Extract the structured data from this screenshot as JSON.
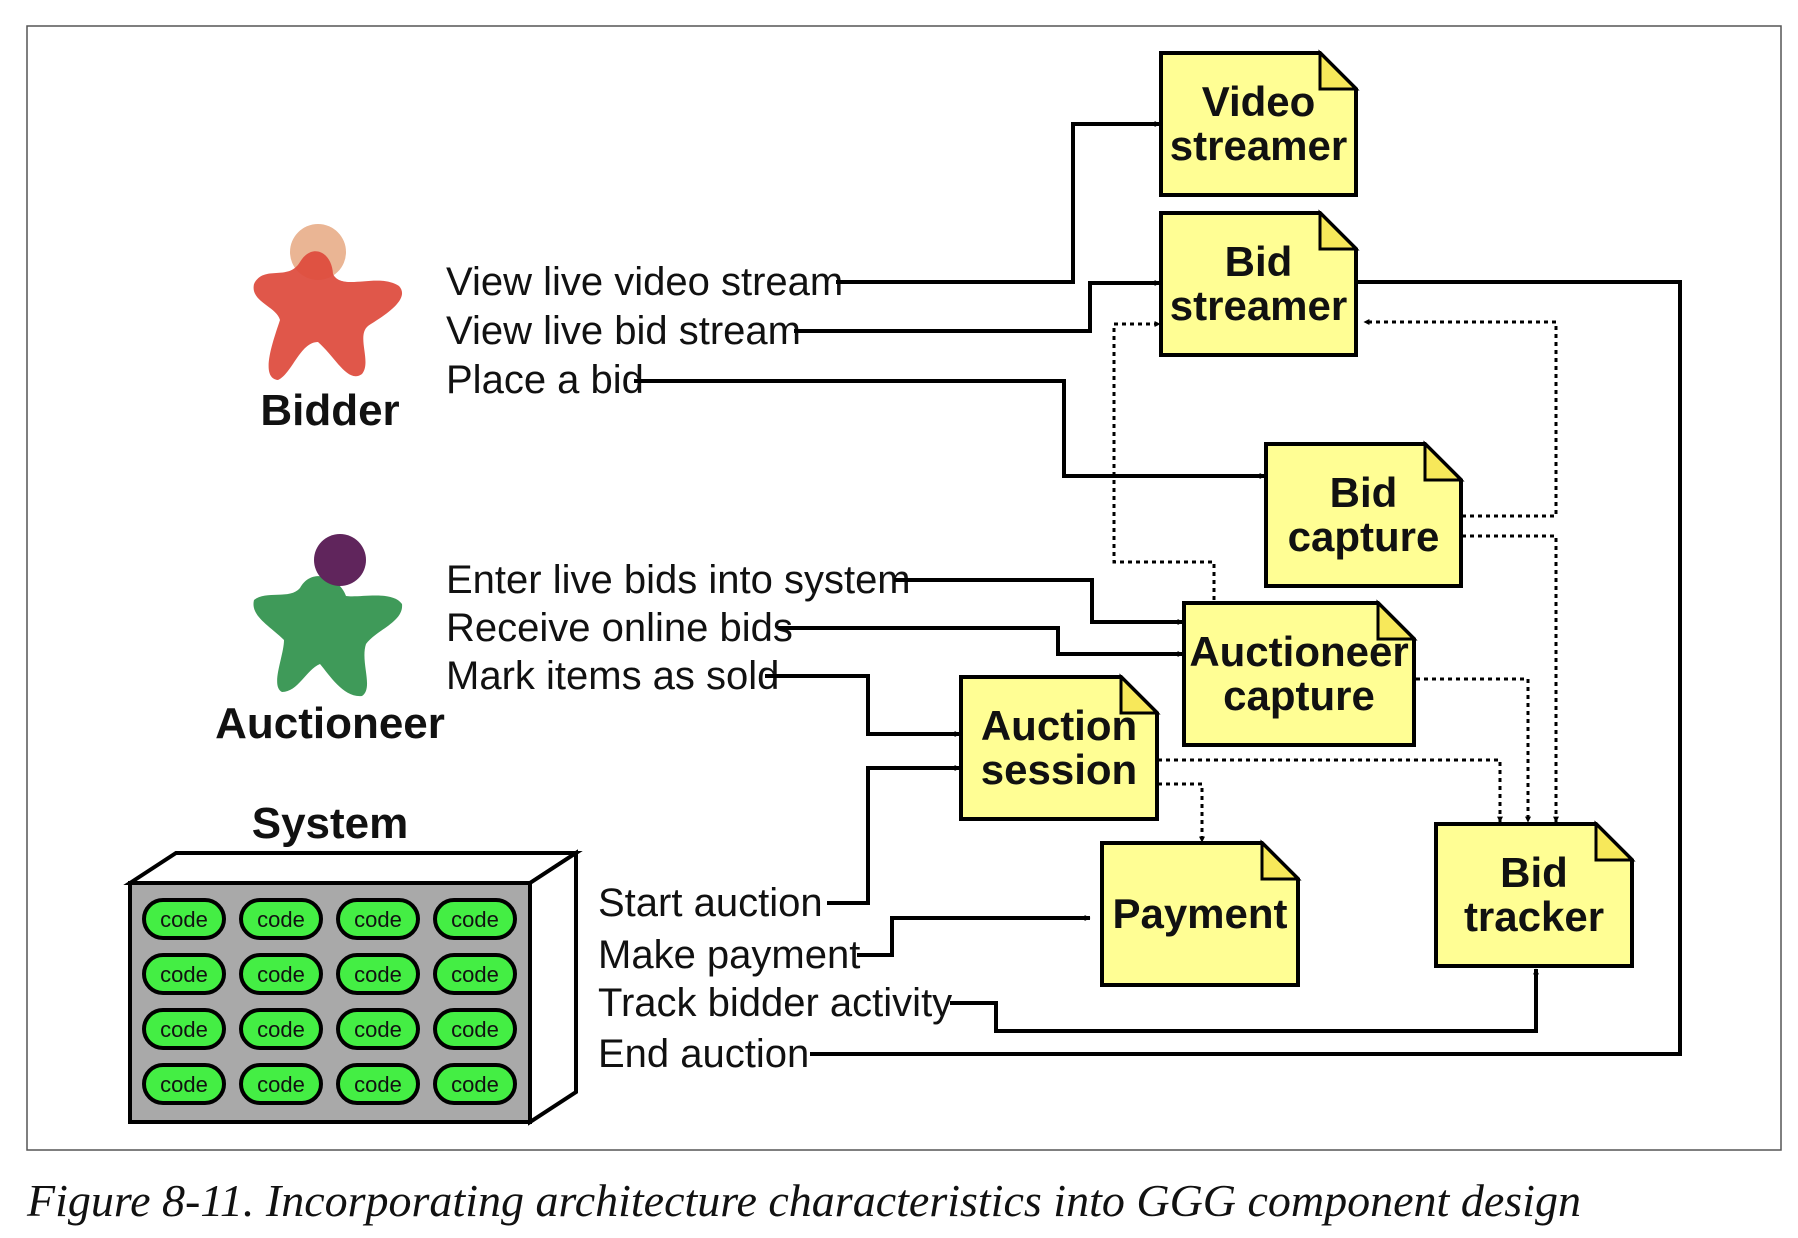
{
  "actors": {
    "bidder": "Bidder",
    "auctioneer": "Auctioneer",
    "system": "System"
  },
  "code_cell": "code",
  "bidder_actions": [
    "View live video stream",
    "View live bid stream",
    "Place a bid"
  ],
  "auctioneer_actions": [
    "Enter live bids into system",
    "Receive online bids",
    "Mark items as sold"
  ],
  "system_actions": [
    "Start auction",
    "Make payment",
    "Track bidder activity",
    "End auction"
  ],
  "components": {
    "video_streamer": [
      "Video",
      "streamer"
    ],
    "bid_streamer": [
      "Bid",
      "streamer"
    ],
    "bid_capture": [
      "Bid",
      "capture"
    ],
    "auctioneer_capture": [
      "Auctioneer",
      "capture"
    ],
    "auction_session": [
      "Auction",
      "session"
    ],
    "payment": [
      "Payment"
    ],
    "bid_tracker": [
      "Bid",
      "tracker"
    ]
  },
  "caption": "Figure 8-11. Incorporating architecture characteristics into GGG component design",
  "colors": {
    "bidder": "#de4a3c",
    "bidder_head": "#eab594",
    "auctioneer": "#3f9a59",
    "auctioneer_head": "#60255c",
    "component_fill": "#fffe94",
    "code_pill": "#44ee44",
    "server": "#a9a9a9"
  }
}
